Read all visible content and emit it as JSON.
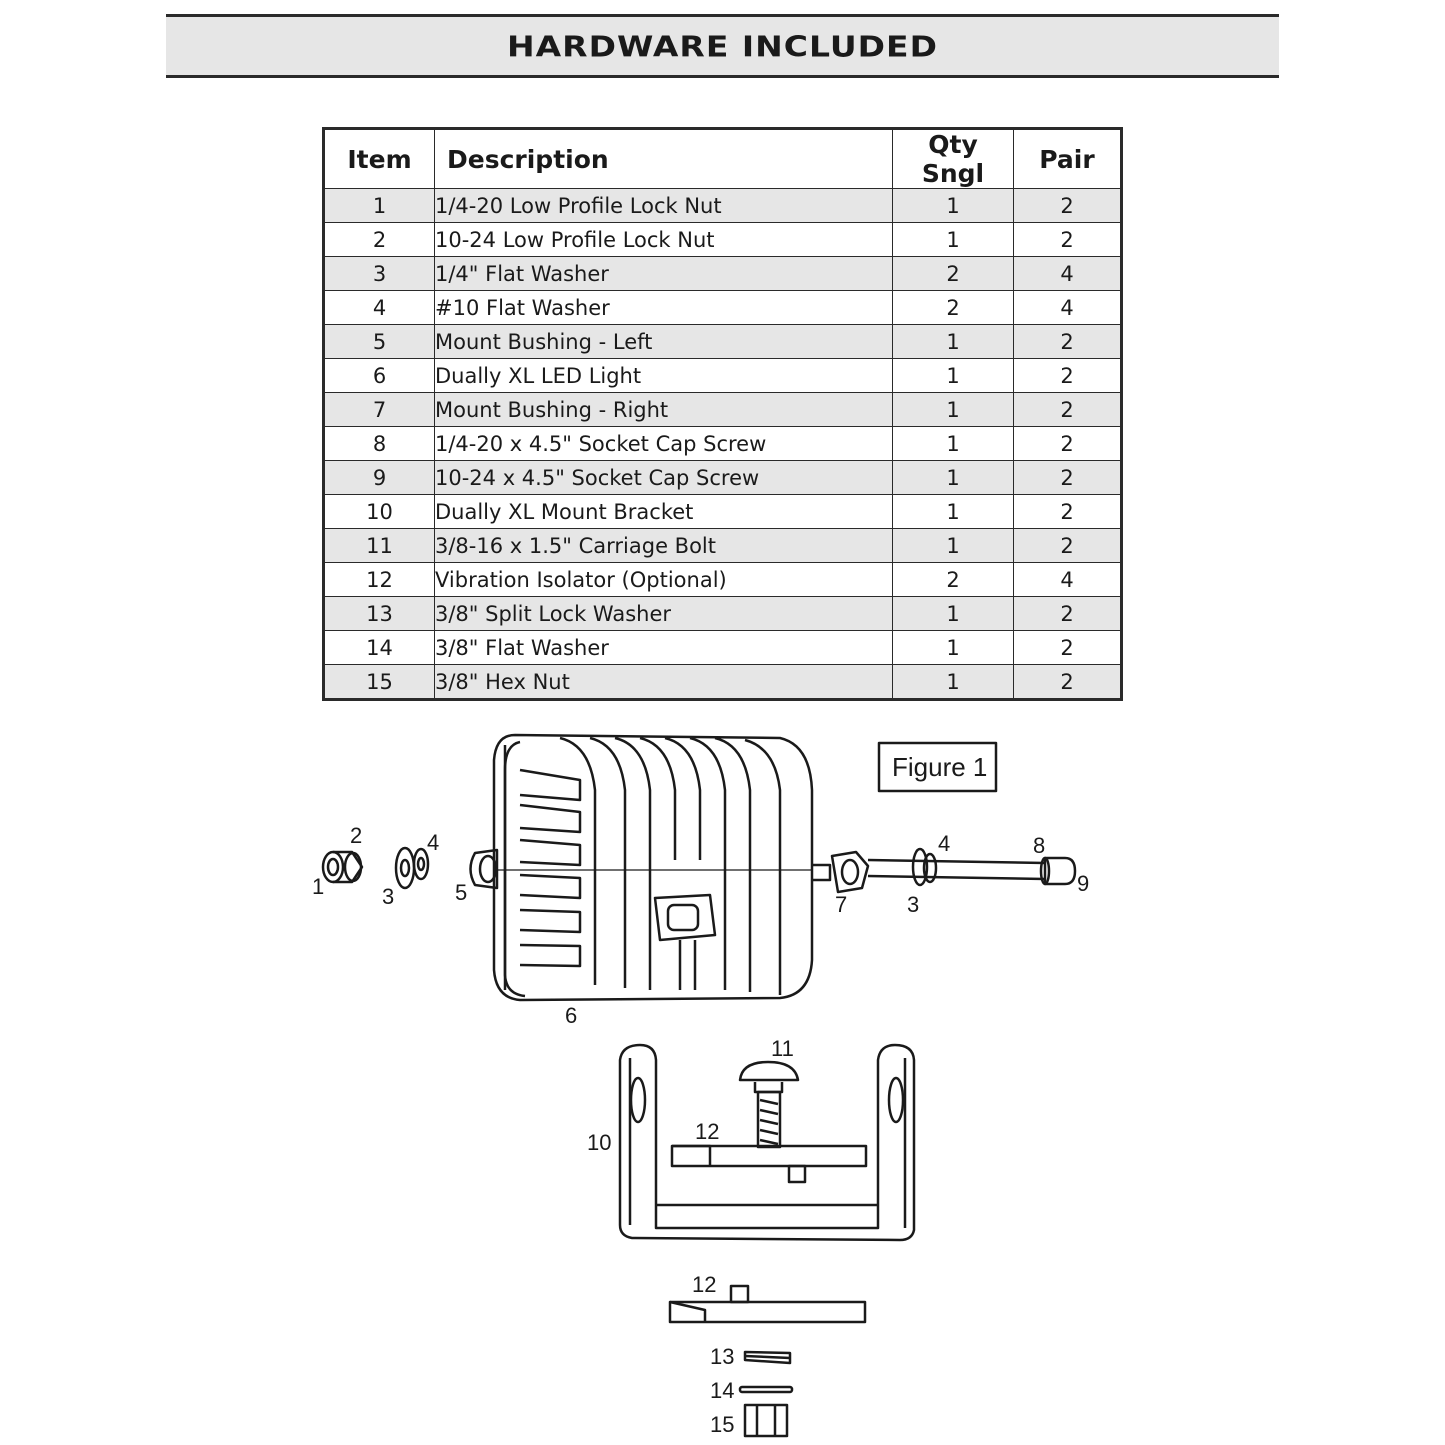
{
  "header": {
    "title": "HARDWARE INCLUDED"
  },
  "table": {
    "columns": [
      "Item",
      "Description",
      "Qty Sngl",
      "Pair"
    ],
    "rows": [
      {
        "item": "1",
        "description": "1/4-20 Low Profile Lock Nut",
        "qty_single": "1",
        "pair": "2"
      },
      {
        "item": "2",
        "description": "10-24 Low Profile Lock Nut",
        "qty_single": "1",
        "pair": "2"
      },
      {
        "item": "3",
        "description": "1/4\" Flat Washer",
        "qty_single": "2",
        "pair": "4"
      },
      {
        "item": "4",
        "description": "#10 Flat Washer",
        "qty_single": "2",
        "pair": "4"
      },
      {
        "item": "5",
        "description": "Mount Bushing - Left",
        "qty_single": "1",
        "pair": "2"
      },
      {
        "item": "6",
        "description": "Dually XL LED Light",
        "qty_single": "1",
        "pair": "2"
      },
      {
        "item": "7",
        "description": "Mount Bushing - Right",
        "qty_single": "1",
        "pair": "2"
      },
      {
        "item": "8",
        "description": "1/4-20 x 4.5\" Socket Cap Screw",
        "qty_single": "1",
        "pair": "2"
      },
      {
        "item": "9",
        "description": "10-24 x 4.5\" Socket Cap Screw",
        "qty_single": "1",
        "pair": "2"
      },
      {
        "item": "10",
        "description": "Dually XL Mount Bracket",
        "qty_single": "1",
        "pair": "2"
      },
      {
        "item": "11",
        "description": "3/8-16 x 1.5\" Carriage Bolt",
        "qty_single": "1",
        "pair": "2"
      },
      {
        "item": "12",
        "description": "Vibration Isolator (Optional)",
        "qty_single": "2",
        "pair": "4"
      },
      {
        "item": "13",
        "description": "3/8\" Split Lock Washer",
        "qty_single": "1",
        "pair": "2"
      },
      {
        "item": "14",
        "description": "3/8\" Flat Washer",
        "qty_single": "1",
        "pair": "2"
      },
      {
        "item": "15",
        "description": "3/8\" Hex Nut",
        "qty_single": "1",
        "pair": "2"
      }
    ]
  },
  "figure": {
    "caption": "Figure 1",
    "callouts": {
      "c1": "1",
      "c2": "2",
      "c3a": "3",
      "c4a": "4",
      "c5": "5",
      "c6": "6",
      "c7": "7",
      "c4b": "4",
      "c3b": "3",
      "c8": "8",
      "c9": "9",
      "c11": "11",
      "c10": "10",
      "c12a": "12",
      "c12b": "12",
      "c13": "13",
      "c14": "14",
      "c15": "15"
    }
  },
  "colors": {
    "row_shade": "#e6e6e6",
    "line": "#2a2a2a"
  }
}
